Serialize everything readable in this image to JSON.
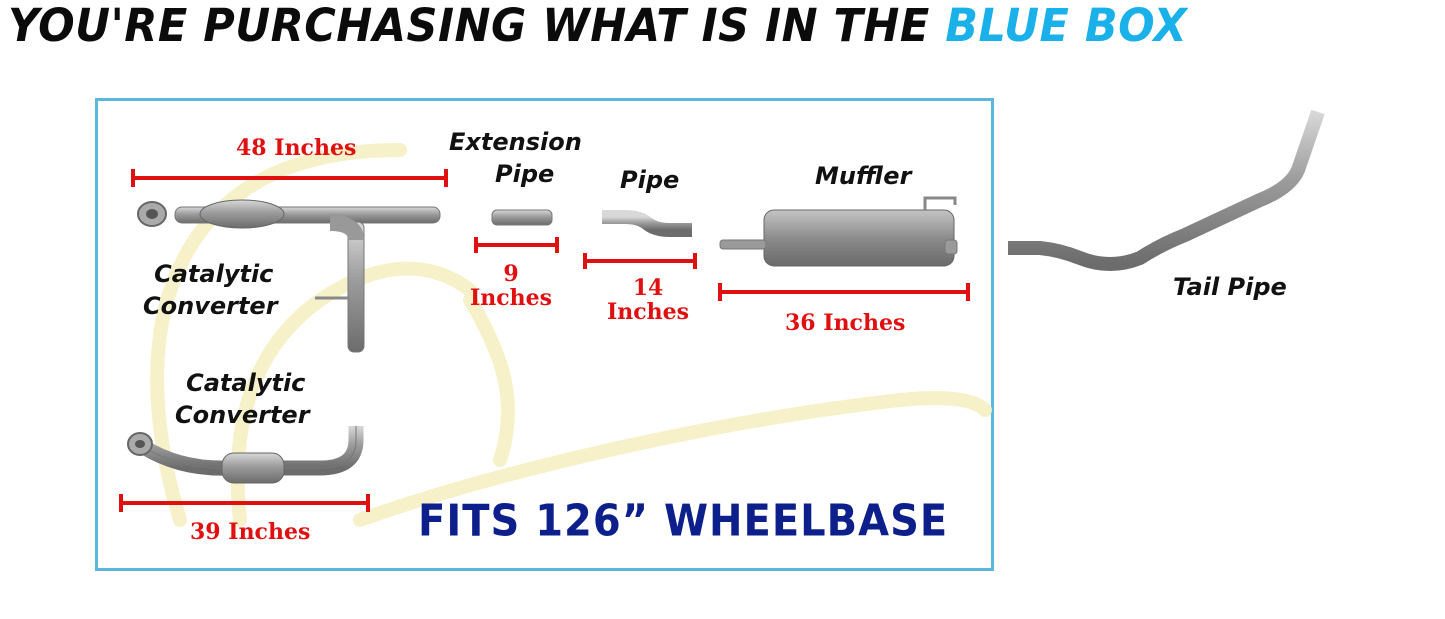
{
  "header": {
    "text_part1": "YOU'RE PURCHASING WHAT IS IN THE",
    "text_part2": "BLUE BOX"
  },
  "parts": {
    "cat1": {
      "line1": "Catalytic",
      "line2": "Converter"
    },
    "cat2": {
      "line1": "Catalytic",
      "line2": "Converter"
    },
    "extension": {
      "line1": "Extension",
      "line2": "Pipe"
    },
    "pipe": "Pipe",
    "muffler": "Muffler",
    "tail": "Tail Pipe"
  },
  "measurements": {
    "m48": "48 Inches",
    "m9_num": "9",
    "m9_unit": "Inches",
    "m14_num": "14",
    "m14_unit": "Inches",
    "m36": "36 Inches",
    "m39": "39 Inches"
  },
  "fits": "FITS  126” WHEELBASE",
  "colors": {
    "blue_box": "#5bb6e0",
    "headline_blue": "#1ab0ea",
    "measure_red": "#e01010",
    "fits_navy": "#0d1f8a",
    "pipe_gray": "#9a9a9a"
  }
}
